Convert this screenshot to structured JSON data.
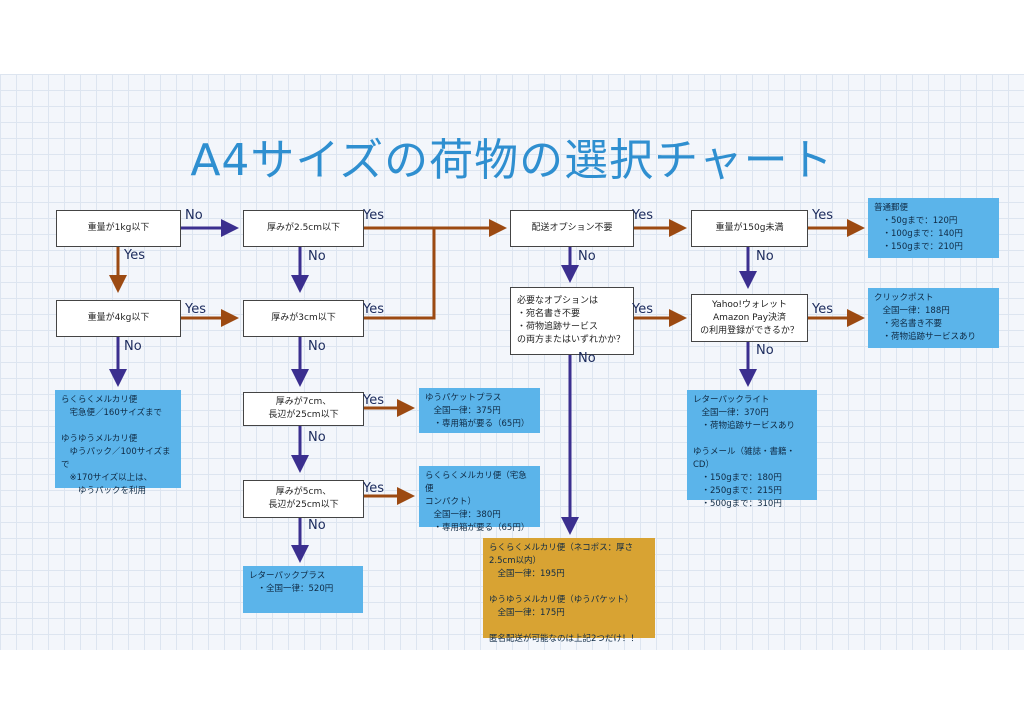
{
  "title": "A4サイズの荷物の選択チャート",
  "colors": {
    "yes_arrow": "#9c4a12",
    "no_arrow": "#3b2f8f",
    "result_blue": "#5bb4ea",
    "result_gold": "#d8a333",
    "title": "#2f8fd0"
  },
  "nodes": {
    "weight_1kg": "重量が1kg以下",
    "weight_4kg": "重量が4kg以下",
    "thick_2_5cm": "厚みが2.5cm以下",
    "thick_3cm": "厚みが3cm以下",
    "thick_7cm": "厚みが7cm、\n長辺が25cm以下",
    "thick_5cm": "厚みが5cm、\n長辺が25cm以下",
    "option_unneeded": "配送オプション不要",
    "option_needed": "必要なオプションは\n・宛名書き不要\n・荷物追跡サービス\nの両方またはいずれかか？",
    "weight_150g": "重量が150g未満",
    "yahoo_amazon": "Yahoo!ウォレット\nAmazon Pay決済\nの利用登録ができるか？"
  },
  "results": {
    "rakuraku_yu": "らくらくメルカリ便\n　宅急便／160サイズまで\n\nゆうゆうメルカリ便\n　ゆうパック／100サイズまで\n　※170サイズ以上は、\n　　ゆうパックを利用",
    "yupacket_plus": "ゆうパケットプラス\n　全国一律：375円\n　・専用箱が要る（65円）",
    "rakuraku_compact": "らくらくメルカリ便（宅急便\nコンパクト）\n　全国一律：380円\n　・専用箱が要る（65円）",
    "letterpack_plus": "レターパックプラス\n　・全国一律：520円",
    "nekopos": "らくらくメルカリ便（ネコポス：厚さ\n2.5cm以内）\n　全国一律：195円\n\nゆうゆうメルカリ便（ゆうパケット）\n　全国一律：175円\n\n匿名配送が可能なのは上記2つだけ！！",
    "letterpack_light": "レターパックライト\n　全国一律：370円\n　・荷物追跡サービスあり\n\nゆうメール（雑誌・書籍・CD）\n　・150gまで：180円\n　・250gまで：215円\n　・500gまで：310円",
    "futsu_yubin": "普通郵便\n　・50gまで：120円\n　・100gまで：140円\n　・150gまで：210円",
    "clickpost": "クリックポスト\n　全国一律：188円\n　・宛名書き不要\n　・荷物追跡サービスあり"
  },
  "labels": {
    "yes": "Yes",
    "no": "No"
  }
}
